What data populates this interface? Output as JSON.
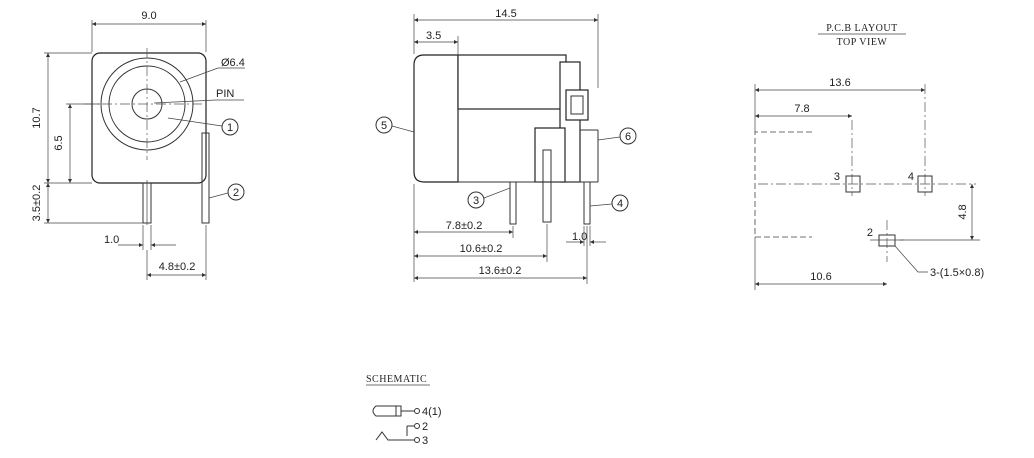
{
  "front_view": {
    "width": "9.0",
    "jack_diameter": "Ø6.4",
    "pin_label": "PIN",
    "height": "10.7",
    "center_height": "6.5",
    "pin_length": "3.5±0.2",
    "pin_width": "1.0",
    "pin_spacing": "4.8±0.2",
    "callout_1": "1",
    "callout_2": "2"
  },
  "side_view": {
    "length": "14.5",
    "front_depth": "3.5",
    "pin3_position": "7.8±0.2",
    "pin_mid_position": "10.6±0.2",
    "pin4_position": "13.6±0.2",
    "pin_width": "1.0",
    "callout_3": "3",
    "callout_4": "4",
    "callout_5": "5",
    "callout_6": "6"
  },
  "pcb_layout": {
    "title_line1": "P.C.B LAYOUT",
    "title_line2": "TOP VIEW",
    "dim_total": "13.6",
    "dim_pin3": "7.8",
    "dim_pin2": "10.6",
    "dim_vertical": "4.8",
    "pad_3": "3",
    "pad_4": "4",
    "pad_2": "2",
    "hole_spec": "3-(1.5×0.8)"
  },
  "schematic": {
    "title": "SCHEMATIC",
    "pin_4_1": "4(1)",
    "pin_2": "2",
    "pin_3": "3"
  },
  "colors": {
    "line": "#333333",
    "background": "#ffffff"
  }
}
